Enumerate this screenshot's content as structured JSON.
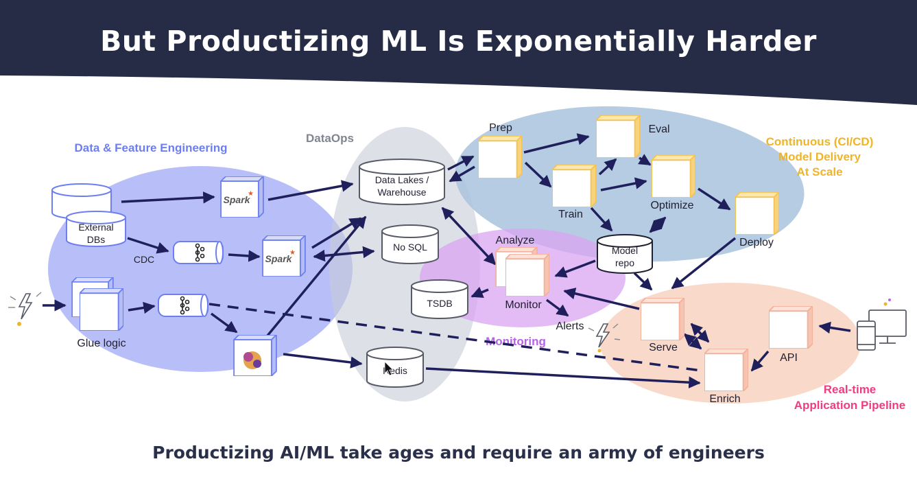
{
  "slide": {
    "title": "But Productizing ML Is Exponentially Harder",
    "subtitle": "Productizing AI/ML take ages and require an army of engineers"
  },
  "regions": {
    "data_feature_engineering": "Data & Feature Engineering",
    "dataops": "DataOps",
    "cicd": [
      "Continuous (CI/CD)",
      "Model Delivery",
      "At Scale"
    ],
    "monitoring": "Monitoring",
    "realtime": [
      "Real-time",
      "Application Pipeline"
    ]
  },
  "nodes": {
    "external_dbs": [
      "External",
      "DBs"
    ],
    "cdc": "CDC",
    "glue_logic": "Glue logic",
    "data_lakes": [
      "Data Lakes /",
      "Warehouse"
    ],
    "no_sql": "No SQL",
    "tsdb": "TSDB",
    "redis": "Redis",
    "prep": "Prep",
    "eval": "Eval",
    "train": "Train",
    "optimize": "Optimize",
    "deploy": "Deploy",
    "model_repo": [
      "Model",
      "repo"
    ],
    "analyze": "Analyze",
    "monitor": "Monitor",
    "alerts": "Alerts",
    "serve": "Serve",
    "enrich": "Enrich",
    "api": "API",
    "spark_logo": "Spark"
  },
  "colors": {
    "header_bg": "#262c45",
    "arrow": "#1f1f5c",
    "feature_region": "#9aa4f5",
    "dataops_region": "#d4d8e2",
    "cicd_region": "#a9c3dd",
    "monitoring_region": "#d9a6f2",
    "realtime_region": "#f8d2c0",
    "feature_label": "#6c7ef0",
    "dataops_label": "#808590",
    "cicd_label": "#f0b428",
    "monitoring_label": "#b664e6",
    "realtime_label": "#ee3d80",
    "model_box_edge": "#f5c34f",
    "monitor_box_edge": "#f3b09a"
  },
  "icons": [
    "lightning-icon",
    "kafka-icon",
    "spark-icon",
    "airflow-icon",
    "desktop-icon",
    "mobile-icon",
    "mouse-cursor-icon"
  ]
}
